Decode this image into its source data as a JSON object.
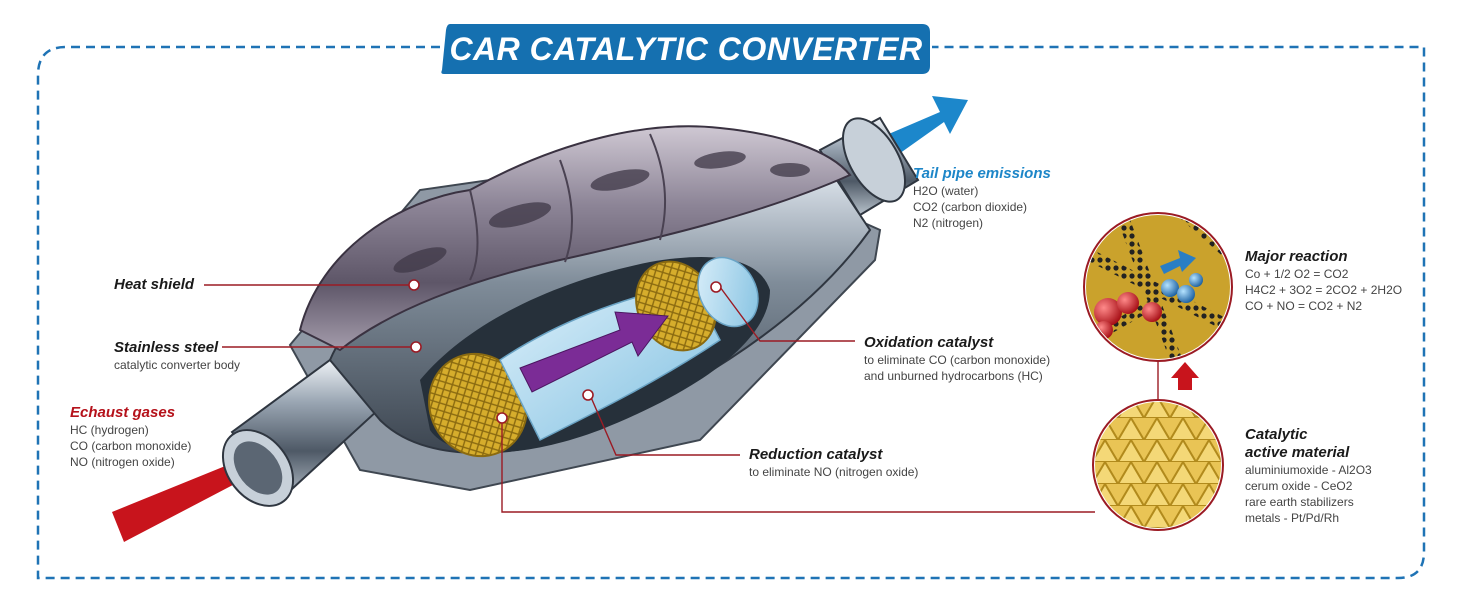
{
  "title": "CAR CATALYTIC CONVERTER",
  "colors": {
    "frame": "#1f73b5",
    "banner": "#1570b0",
    "leader": "#9b1b24",
    "inflow_arrow": "#c8141c",
    "outflow_arrow": "#1c87cb",
    "flow_arrow": "#7b2c96",
    "catalyst": "#d8b23a"
  },
  "labels": {
    "heat_shield": {
      "title": "Heat shield"
    },
    "stainless_steel": {
      "title": "Stainless steel",
      "sub": "catalytic converter body"
    },
    "exhaust": {
      "title": "Echaust gases",
      "lines": [
        "HC (hydrogen)",
        "CO (carbon monoxide)",
        "NO (nitrogen oxide)"
      ]
    },
    "tail_pipe": {
      "title": "Tail pipe emissions",
      "lines": [
        "H2O (water)",
        "CO2 (carbon dioxide)",
        "N2 (nitrogen)"
      ]
    },
    "oxidation": {
      "title": "Oxidation catalyst",
      "lines": [
        "to eliminate CO (carbon monoxide)",
        "and unburned hydrocarbons (HC)"
      ]
    },
    "reduction": {
      "title": "Reduction catalyst",
      "sub": "to eliminate NO (nitrogen oxide)"
    },
    "major_reaction": {
      "title": "Major reaction",
      "lines": [
        "Co + 1/2 O2 = CO2",
        "H4C2 + 3O2 = 2CO2 + 2H2O",
        "CO + NO = CO2 + N2"
      ]
    },
    "catalytic_material": {
      "title_1": "Catalytic",
      "title_2": "active material",
      "lines": [
        "aluminiumoxide - Al2O3",
        "cerum oxide - CeO2",
        "rare earth stabilizers",
        "metals - Pt/Pd/Rh"
      ]
    }
  }
}
